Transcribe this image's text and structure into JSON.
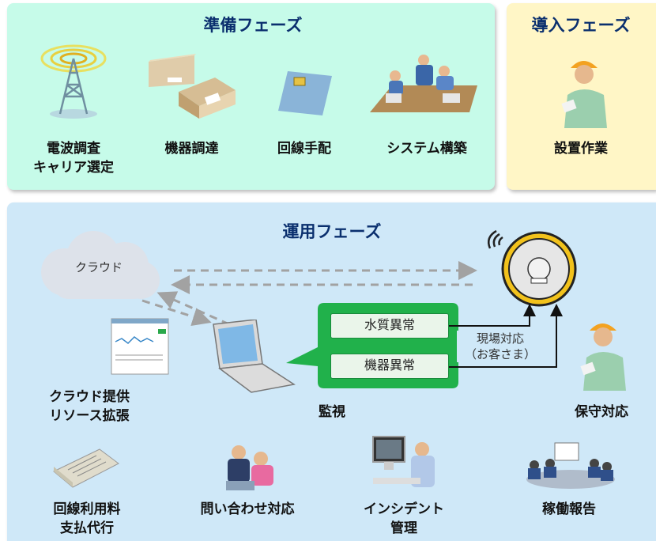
{
  "prep": {
    "title": "準備フェーズ",
    "items": [
      {
        "line1": "電波調査",
        "line2": "キャリア選定"
      },
      {
        "line1": "機器調達"
      },
      {
        "line1": "回線手配"
      },
      {
        "line1": "システム構築"
      }
    ]
  },
  "intro": {
    "title": "導入フェーズ",
    "item": "設置作業"
  },
  "ops": {
    "title": "運用フェーズ",
    "cloud": "クラウド",
    "alerts": [
      "水質異常",
      "機器異常"
    ],
    "onsite": {
      "line1": "現場対応",
      "line2": "（お客さま）"
    },
    "monitor": "監視",
    "maintenance": "保守対応",
    "cloud_provide": {
      "line1": "クラウド提供",
      "line2": "リソース拡張"
    },
    "bottom": [
      {
        "line1": "回線利用料",
        "line2": "支払代行"
      },
      {
        "line1": "問い合わせ対応"
      },
      {
        "line1": "インシデント",
        "line2": "管理"
      },
      {
        "line1": "稼働報告"
      }
    ]
  },
  "colors": {
    "prep_bg": "#c6fbe9",
    "intro_bg": "#fff6c6",
    "ops_bg": "#cfe8f8",
    "alert_green": "#21b14b",
    "title": "#0a2f6e"
  }
}
